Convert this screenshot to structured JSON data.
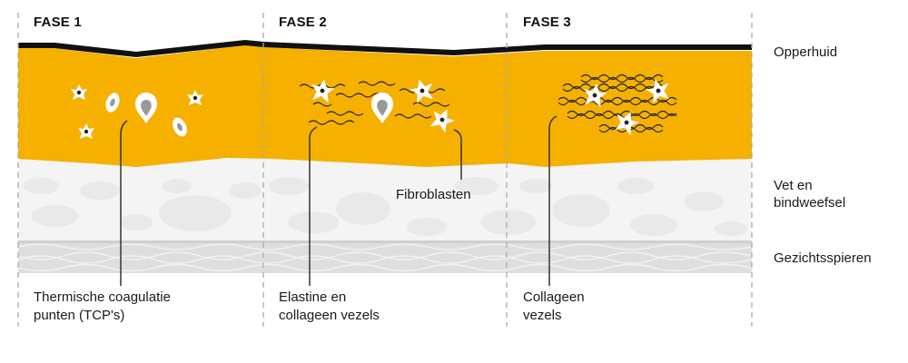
{
  "phases": [
    "FASE 1",
    "FASE 2",
    "FASE 3"
  ],
  "layers": {
    "epidermis": "Opperhuid",
    "fat_line1": "Vet en",
    "fat_line2": "bindweefsel",
    "muscle": "Gezichtsspieren"
  },
  "annotations": {
    "tcp_line1": "Thermische coagulatie",
    "tcp_line2": "punten (TCP's)",
    "elastin_line1": "Elastine en",
    "elastin_line2": "collageen vezels",
    "fibroblasts": "Fibroblasten",
    "collagen_line1": "Collageen",
    "collagen_line2": "vezels"
  },
  "colors": {
    "dermis": "#f5b000",
    "epidermis": "#111111",
    "fat": "#f4f4f4",
    "muscle": "#dcdcdc",
    "cells": "#ffffff"
  }
}
